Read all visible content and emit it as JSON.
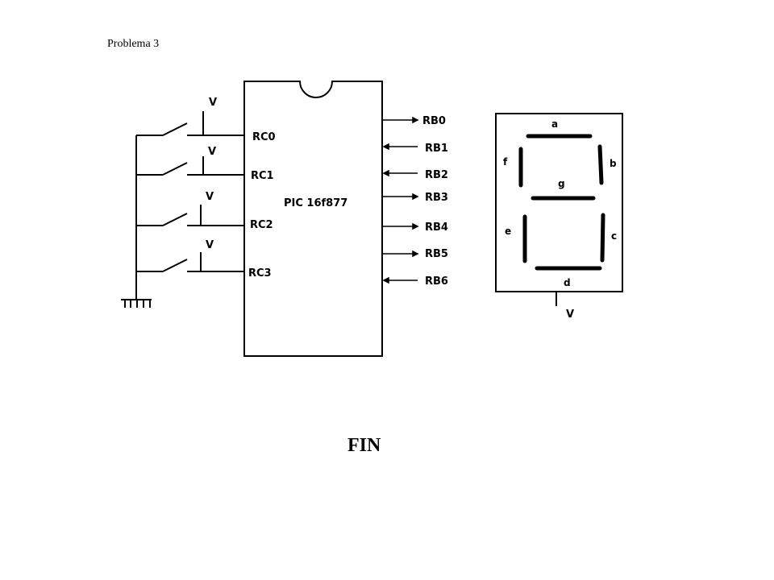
{
  "slide": {
    "title": "Problema 3",
    "footer": "FIN"
  },
  "chip": {
    "name": "PIC 16f877",
    "inputs": [
      "RC0",
      "RC1",
      "RC2",
      "RC3"
    ],
    "outputs": [
      "RB0",
      "RB1",
      "RB2",
      "RB3",
      "RB4",
      "RB5",
      "RB6"
    ]
  },
  "switches": {
    "supply_label": "V"
  },
  "display": {
    "segments": [
      "a",
      "b",
      "c",
      "d",
      "e",
      "f",
      "g"
    ],
    "supply_label": "V"
  }
}
